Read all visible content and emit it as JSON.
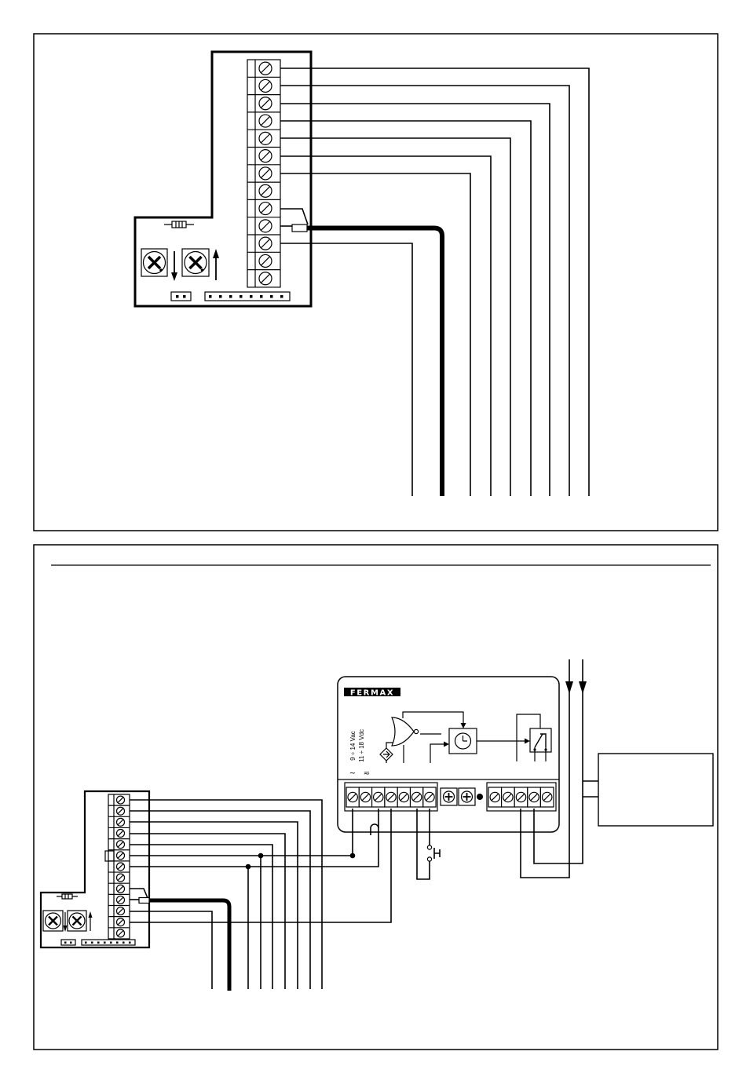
{
  "brand": "FERMAX",
  "power_labels": {
    "ac": "9 ÷ 14 Vac",
    "dc": "11 ÷ 18 Vdc"
  },
  "terminal_symbols": {
    "ac": "~",
    "ac_dc": "≂"
  }
}
